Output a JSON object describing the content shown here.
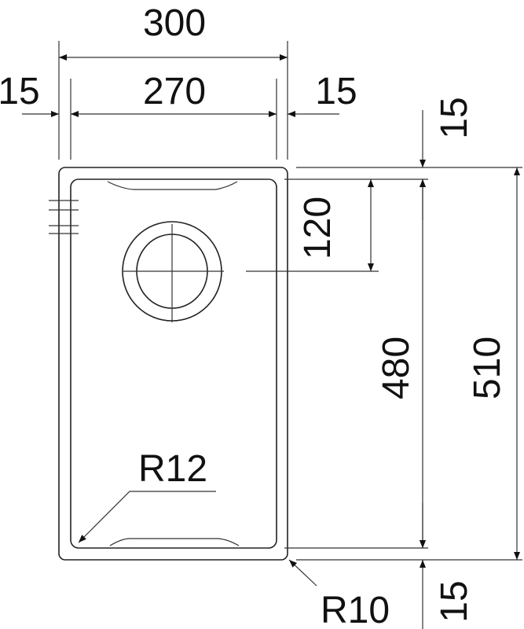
{
  "dimensions": {
    "overall_width": "300",
    "inner_width": "270",
    "left_rim": "15",
    "right_rim": "15",
    "top_rim": "15",
    "bottom_rim": "15",
    "drain_offset": "120",
    "inner_length": "480",
    "overall_length": "510",
    "inner_radius": "R12",
    "outer_radius": "R10"
  }
}
